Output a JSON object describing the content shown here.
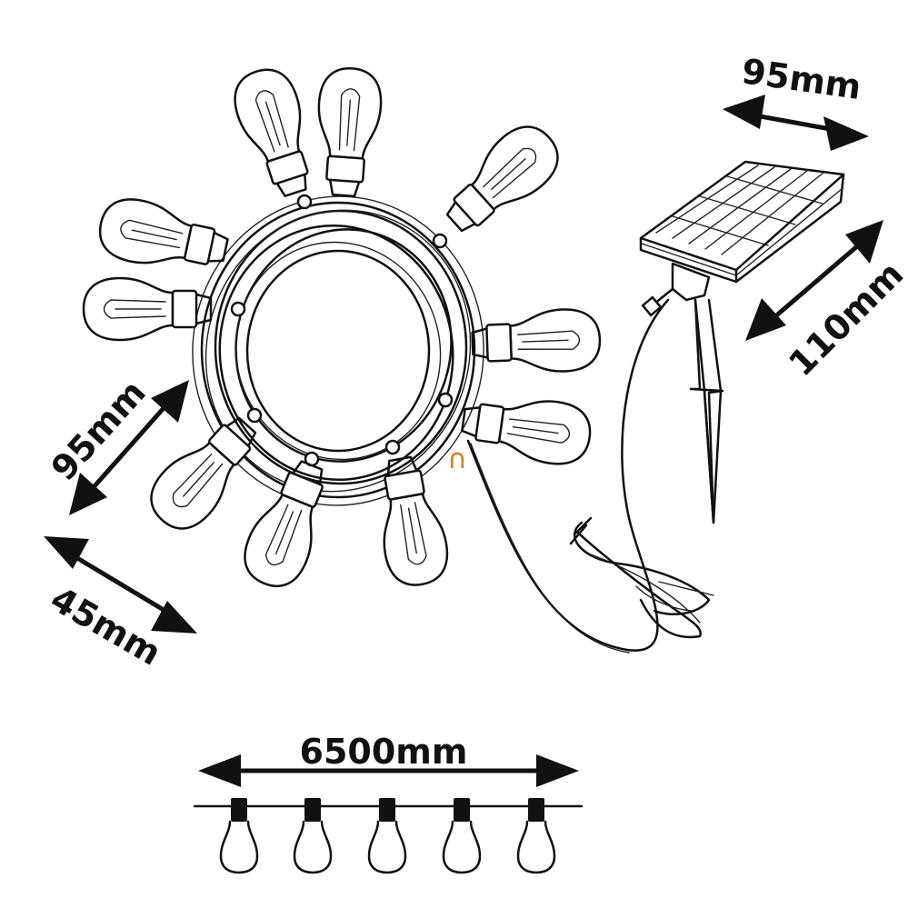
{
  "dimensions": {
    "panel_width": "95mm",
    "panel_length": "110mm",
    "bulb_length": "95mm",
    "bulb_diameter": "45mm",
    "string_length": "6500mm"
  },
  "mark": "∩",
  "colors": {
    "ink": "#111111",
    "accent": "#e8741a",
    "background": "#ffffff"
  }
}
